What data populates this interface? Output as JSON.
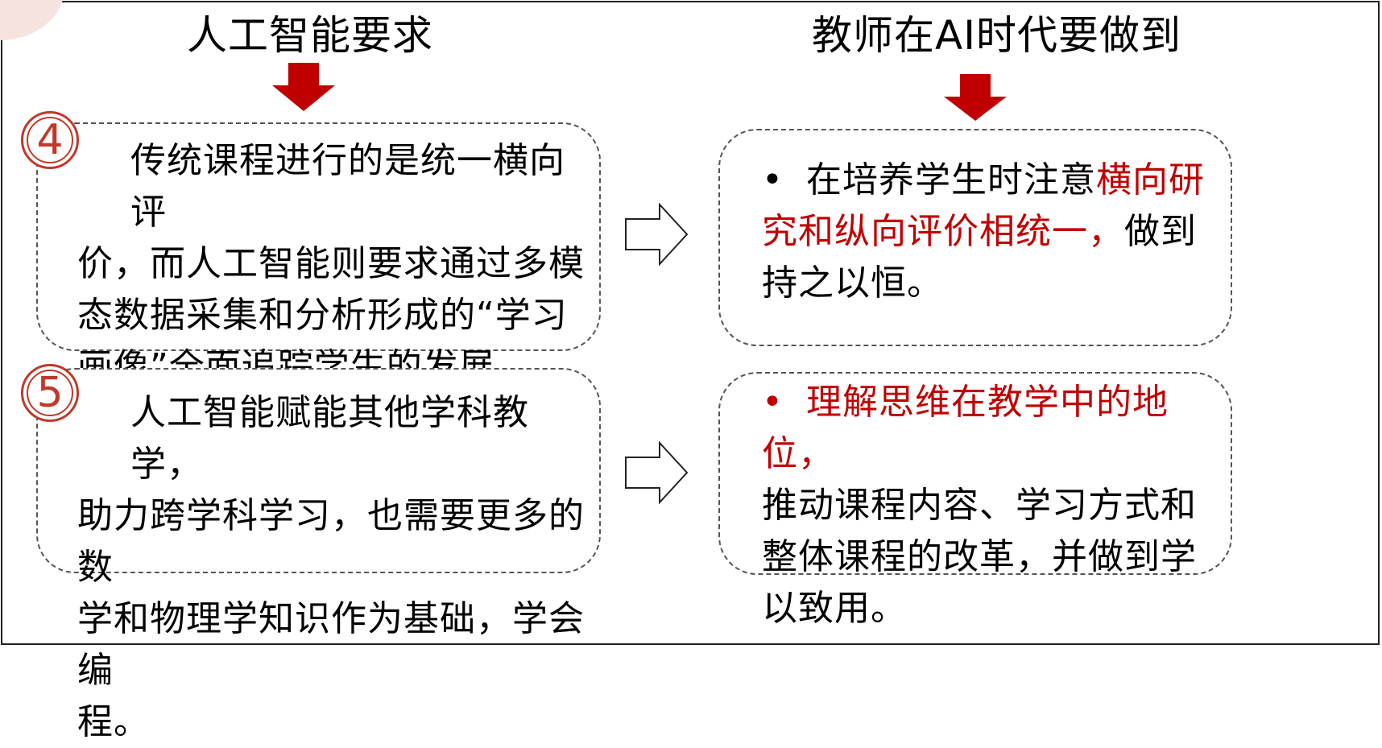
{
  "left_heading": "人工智能要求",
  "right_heading": "教师在AI时代要做到",
  "badges": [
    "4",
    "5"
  ],
  "left_box1": {
    "lines": [
      "传统课程进行的是统一横向评",
      "价，而人工智能则要求通过多模",
      "态数据采集和分析形成的“学习",
      "画像”全面追踪学生的发展。"
    ]
  },
  "left_box2": {
    "lines": [
      "人工智能赋能其他学科教学，",
      "助力跨学科学习，也需要更多的数",
      "学和物理学知识作为基础，学会编",
      "程。"
    ]
  },
  "right_box1": {
    "bullet": "•",
    "line1_plain": "在培养学生时注意",
    "line1_red": "横向研",
    "line2_red": "究和纵向评价相统一，",
    "line2_plain": "做到",
    "line3": "持之以恒。"
  },
  "right_box2": {
    "bullet": "•",
    "line1_red": "理解思维在教学中的地位，",
    "lines": [
      "推动课程内容、学习方式和",
      "整体课程的改革，并做到学",
      "以致用。"
    ]
  },
  "colors": {
    "arrow_red": "#c00000",
    "badge_red": "#c0392b",
    "highlight_red": "#c00000"
  }
}
